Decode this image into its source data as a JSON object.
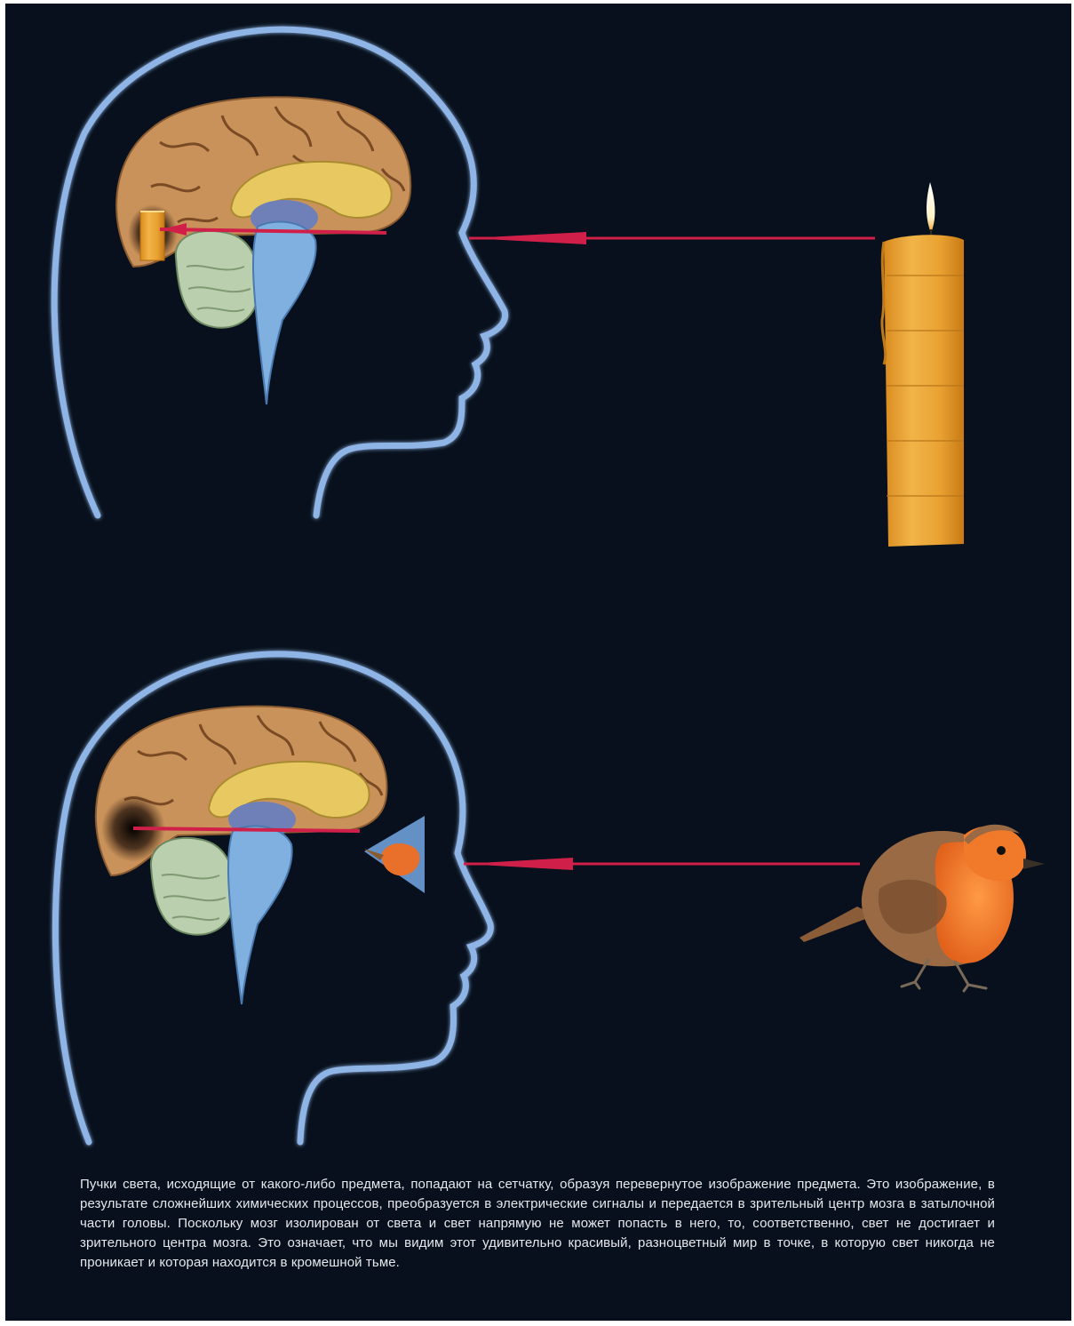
{
  "caption": "Пучки света, исходящие от какого-либо предмета, попадают на сетчатку, образуя перевернутое изображение предмета. Это изображение, в результате сложнейших химических процессов, преобразуется в электрические сигналы и передается в зрительный центр мозга в затылочной части головы. Поскольку мозг изолирован от света и свет напрямую не может попасть в него, то, соответственно, свет не достигает и зрительного центра мозга. Это означает, что мы видим этот удивительно красивый, разноцветный мир в точке, в которую свет никогда не проникает и которая находится в кромешной тьме.",
  "colors": {
    "background": "#07101c",
    "head_outline": "#8fb4e6",
    "ray": "#d0204a",
    "cerebrum": "#c9925a",
    "corpus": "#e8c860",
    "cerebellum": "#b9cfae",
    "brainstem": "#7fb0e0",
    "candle": "#e8a535",
    "robin_breast": "#f07a2a",
    "robin_back": "#9a6a44"
  },
  "icons": [
    "head-outline",
    "brain",
    "light-ray-arrow",
    "candle-icon",
    "robin-bird-icon"
  ]
}
